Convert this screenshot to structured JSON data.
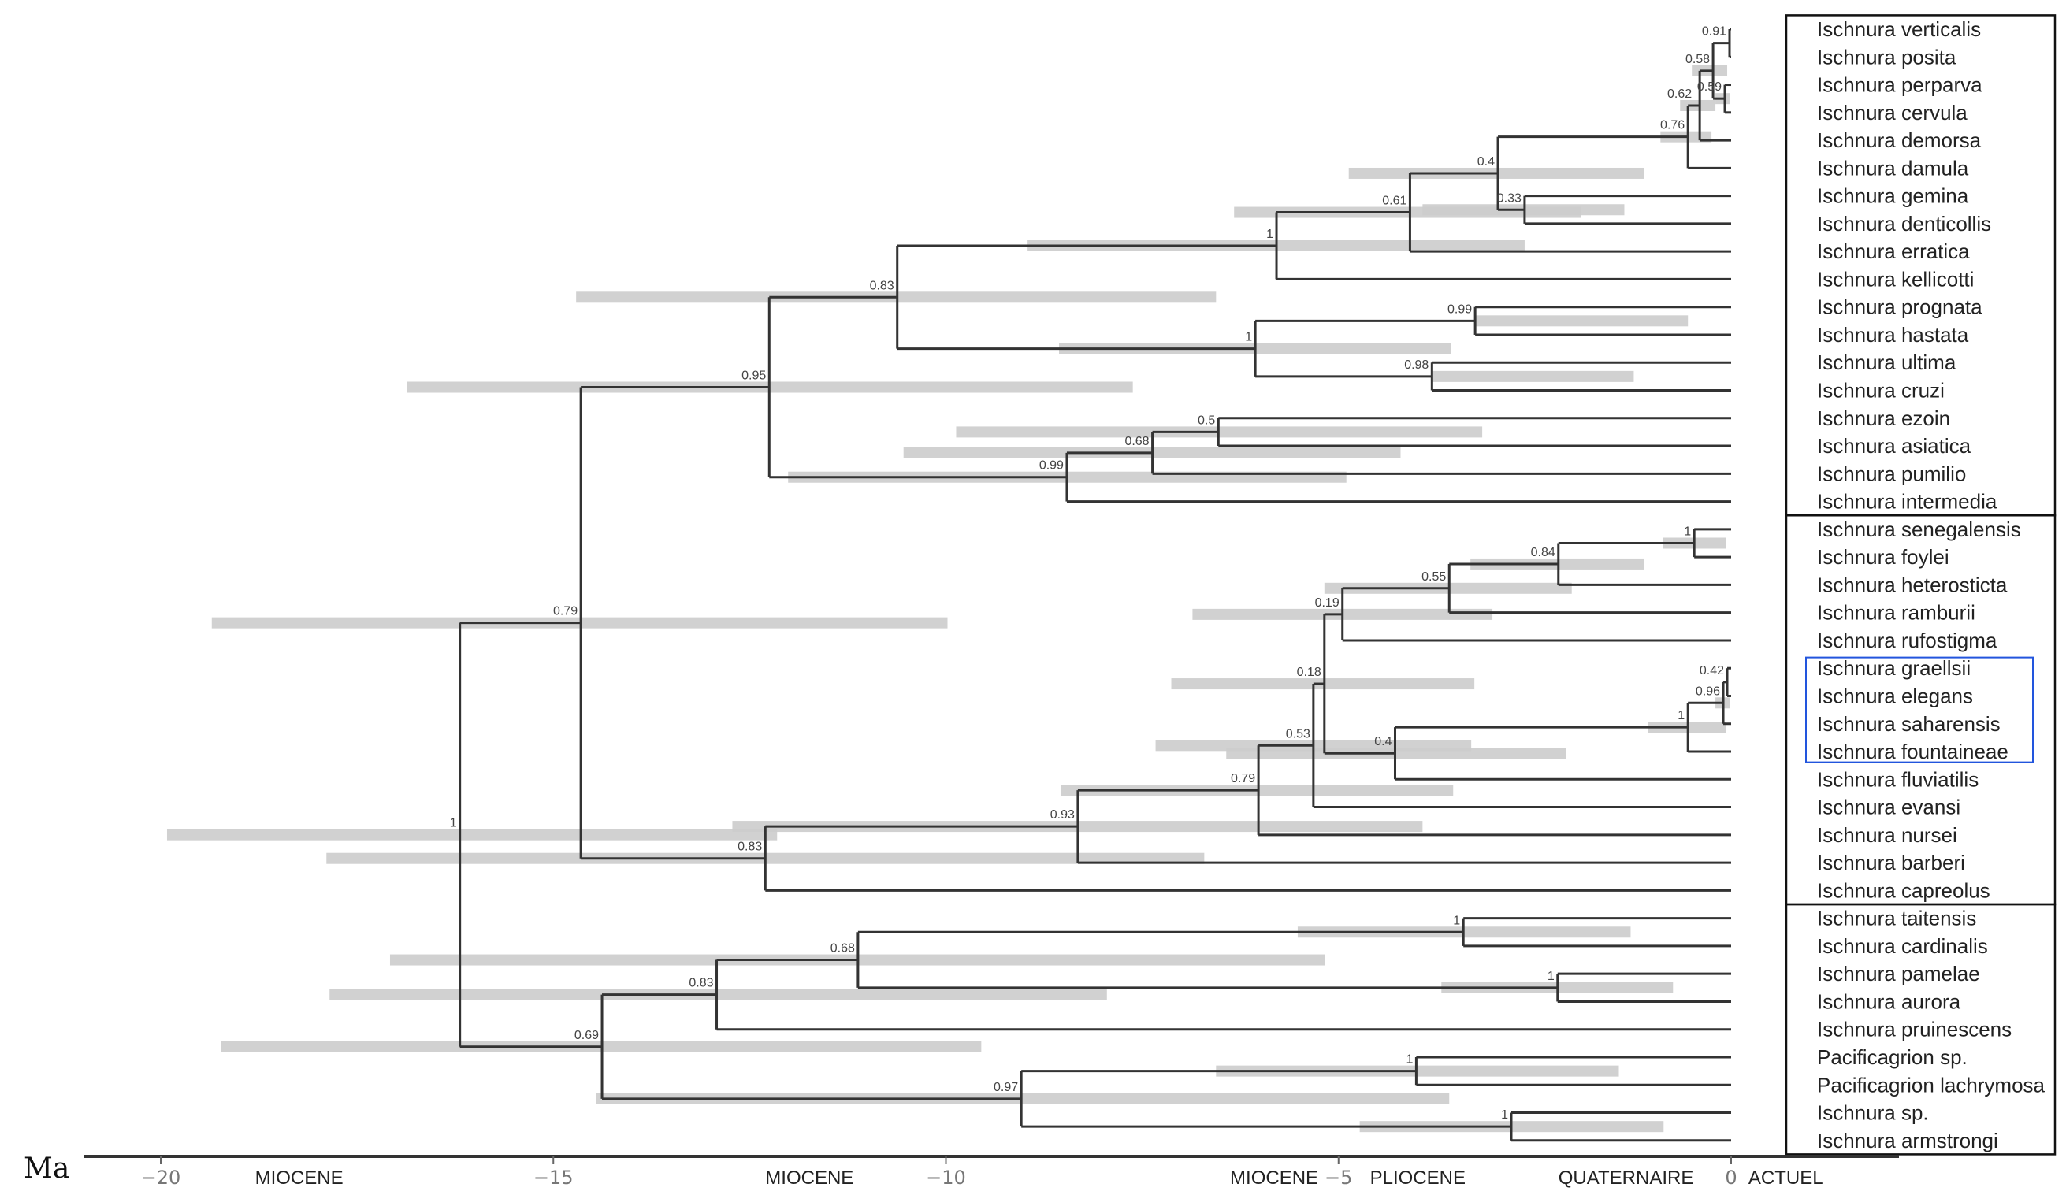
{
  "axis": {
    "unit_label": "Ma",
    "ticks": [
      {
        "value": -20,
        "label": "−20"
      },
      {
        "value": -15,
        "label": "−15"
      },
      {
        "value": -10,
        "label": "−10"
      },
      {
        "value": -5,
        "label": "−5"
      },
      {
        "value": 0,
        "label": "0"
      }
    ],
    "epochs": [
      {
        "label": "MIOCENE",
        "at": -18.8
      },
      {
        "label": "MIOCENE",
        "at": -12.3
      },
      {
        "label": "MIOCENE",
        "at": -6.3
      },
      {
        "label": "PLIOCENE",
        "at": -4.6
      },
      {
        "label": "QUATERNAIRE",
        "at": -2.2
      },
      {
        "label": "ACTUEL",
        "at": 0.22
      }
    ]
  },
  "colors": {
    "branch": "#333333",
    "hpd": "#cccccc",
    "box": "#111111",
    "highlight": "#2255dd"
  },
  "leaves": [
    "Ischnura verticalis",
    "Ischnura posita",
    "Ischnura perparva",
    "Ischnura cervula",
    "Ischnura demorsa",
    "Ischnura damula",
    "Ischnura gemina",
    "Ischnura denticollis",
    "Ischnura erratica",
    "Ischnura kellicotti",
    "Ischnura prognata",
    "Ischnura hastata",
    "Ischnura ultima",
    "Ischnura cruzi",
    "Ischnura ezoin",
    "Ischnura asiatica",
    "Ischnura pumilio",
    "Ischnura intermedia",
    "Ischnura senegalensis",
    "Ischnura foylei",
    "Ischnura heterosticta",
    "Ischnura ramburii",
    "Ischnura rufostigma",
    "Ischnura graellsii",
    "Ischnura elegans",
    "Ischnura saharensis",
    "Ischnura fountaineae",
    "Ischnura fluviatilis",
    "Ischnura evansi",
    "Ischnura nursei",
    "Ischnura barberi",
    "Ischnura capreolus",
    "Ischnura taitensis",
    "Ischnura cardinalis",
    "Ischnura pamelae",
    "Ischnura aurora",
    "Ischnura pruinescens",
    "Pacificagrion sp.",
    "Pacificagrion lachrymosa",
    "Ischnura sp.",
    "Ischnura armstrongi"
  ],
  "groups": [
    {
      "first": 0,
      "last": 17,
      "highlight": false
    },
    {
      "first": 18,
      "last": 31,
      "highlight": false
    },
    {
      "first": 32,
      "last": 40,
      "highlight": false
    },
    {
      "first": 23,
      "last": 26,
      "highlight": true
    }
  ],
  "tree": {
    "s": "1",
    "a": -16.19,
    "h": [
      -19.92,
      -12.15
    ],
    "c": [
      {
        "s": "0.79",
        "a": -14.65,
        "h": [
          -19.35,
          -9.98
        ],
        "c": [
          {
            "s": "0.95",
            "a": -12.25,
            "h": [
              -16.86,
              -7.62
            ],
            "c": [
              {
                "s": "0.83",
                "a": -10.62,
                "h": [
                  -14.71,
                  -6.56
                ],
                "c": [
                  {
                    "s": "1",
                    "a": -5.79,
                    "h": [
                      -8.96,
                      -2.63
                    ],
                    "c": [
                      {
                        "s": "0.61",
                        "a": -4.09,
                        "h": [
                          -6.33,
                          -1.91
                        ],
                        "c": [
                          {
                            "s": "0.4",
                            "a": -2.97,
                            "h": [
                              -4.87,
                              -1.11
                            ],
                            "c": [
                              {
                                "s": "0.76",
                                "a": -0.55,
                                "h": [
                                  -0.9,
                                  -0.25
                                ],
                                "c": [
                                  {
                                    "s": "0.62",
                                    "a": -0.4,
                                    "h": [
                                      -0.65,
                                      -0.2
                                    ],
                                    "c": [
                                      {
                                        "s": "0.58",
                                        "a": -0.23,
                                        "h": [
                                          -0.5,
                                          -0.05
                                        ],
                                        "c": [
                                          {
                                            "s": "0.91",
                                            "a": -0.02,
                                            "c": [
                                              0,
                                              1
                                            ]
                                          },
                                          {
                                            "s": "0.59",
                                            "a": -0.08,
                                            "h": [
                                              -0.2,
                                              -0.02
                                            ],
                                            "c": [
                                              2,
                                              3
                                            ]
                                          }
                                        ]
                                      },
                                      4
                                    ]
                                  },
                                  5
                                ]
                              },
                              {
                                "s": "0.33",
                                "a": -2.63,
                                "h": [
                                  -3.93,
                                  -1.36
                                ],
                                "c": [
                                  6,
                                  7
                                ]
                              }
                            ]
                          },
                          8
                        ]
                      },
                      9
                    ]
                  },
                  {
                    "s": "1",
                    "a": -6.06,
                    "h": [
                      -8.56,
                      -3.57
                    ],
                    "c": [
                      {
                        "s": "0.99",
                        "a": -3.26,
                        "h": [
                          -3.26,
                          -0.55
                        ],
                        "c": [
                          10,
                          11
                        ]
                      },
                      {
                        "s": "0.98",
                        "a": -3.81,
                        "h": [
                          -3.81,
                          -1.24
                        ],
                        "c": [
                          12,
                          13
                        ]
                      }
                    ]
                  }
                ]
              },
              {
                "s": "0.99",
                "a": -8.46,
                "h": [
                  -12.01,
                  -4.9
                ],
                "c": [
                  {
                    "s": "0.68",
                    "a": -7.37,
                    "h": [
                      -10.54,
                      -4.21
                    ],
                    "c": [
                      {
                        "s": "0.5",
                        "a": -6.53,
                        "h": [
                          -9.87,
                          -3.17
                        ],
                        "c": [
                          14,
                          15
                        ]
                      },
                      16
                    ]
                  },
                  17
                ]
              }
            ]
          },
          {
            "s": "0.83",
            "a": -12.3,
            "h": [
              -17.89,
              -6.71
            ],
            "c": [
              {
                "s": "0.93",
                "a": -8.32,
                "h": [
                  -12.72,
                  -3.93
                ],
                "c": [
                  {
                    "s": "0.79",
                    "a": -6.02,
                    "h": [
                      -8.54,
                      -3.54
                    ],
                    "c": [
                      {
                        "s": "0.53",
                        "a": -5.32,
                        "h": [
                          -7.33,
                          -3.31
                        ],
                        "c": [
                          {
                            "s": "0.18",
                            "a": -5.18,
                            "h": [
                              -7.13,
                              -3.27
                            ],
                            "c": [
                              {
                                "s": "0.19",
                                "a": -4.95,
                                "h": [
                                  -6.86,
                                  -3.04
                                ],
                                "c": [
                                  {
                                    "s": "0.55",
                                    "a": -3.59,
                                    "h": [
                                      -5.18,
                                      -2.03
                                    ],
                                    "c": [
                                      {
                                        "s": "0.84",
                                        "a": -2.2,
                                        "h": [
                                          -3.32,
                                          -1.11
                                        ],
                                        "c": [
                                          {
                                            "s": "1",
                                            "a": -0.47,
                                            "h": [
                                              -0.87,
                                              -0.07
                                            ],
                                            "c": [
                                              18,
                                              19
                                            ]
                                          },
                                          20
                                        ]
                                      },
                                      21
                                    ]
                                  },
                                  22
                                ]
                              },
                              {
                                "s": "0.4",
                                "a": -4.28,
                                "h": [
                                  -6.43,
                                  -2.1
                                ],
                                "c": [
                                  {
                                    "s": "1",
                                    "a": -0.55,
                                    "h": [
                                      -1.06,
                                      -0.07
                                    ],
                                    "c": [
                                      {
                                        "s": "0.96",
                                        "a": -0.1,
                                        "h": [
                                          -0.2,
                                          -0.02
                                        ],
                                        "c": [
                                          {
                                            "s": "0.42",
                                            "a": -0.05,
                                            "c": [
                                              23,
                                              24
                                            ]
                                          },
                                          25
                                        ]
                                      },
                                      26
                                    ]
                                  },
                                  27
                                ]
                              }
                            ]
                          },
                          28
                        ]
                      },
                      29
                    ]
                  },
                  30
                ]
              },
              31
            ]
          }
        ]
      },
      {
        "s": "0.69",
        "a": -14.38,
        "h": [
          -19.23,
          -9.55
        ],
        "c": [
          {
            "s": "0.83",
            "a": -12.92,
            "h": [
              -17.85,
              -7.95
            ],
            "c": [
              {
                "s": "0.68",
                "a": -11.12,
                "h": [
                  -17.08,
                  -5.17
                ],
                "c": [
                  {
                    "s": "1",
                    "a": -3.41,
                    "h": [
                      -5.52,
                      -1.28
                    ],
                    "c": [
                      32,
                      33
                    ]
                  },
                  {
                    "s": "1",
                    "a": -2.21,
                    "h": [
                      -3.69,
                      -0.74
                    ],
                    "c": [
                      34,
                      35
                    ]
                  }
                ]
              },
              36
            ]
          },
          {
            "s": "0.97",
            "a": -9.04,
            "h": [
              -14.46,
              -3.59
            ],
            "c": [
              {
                "s": "1",
                "a": -4.01,
                "h": [
                  -6.56,
                  -1.43
                ],
                "c": [
                  37,
                  38
                ]
              },
              {
                "s": "1",
                "a": -2.8,
                "h": [
                  -4.73,
                  -0.86
                ],
                "c": [
                  39,
                  40
                ]
              }
            ]
          }
        ]
      }
    ]
  }
}
